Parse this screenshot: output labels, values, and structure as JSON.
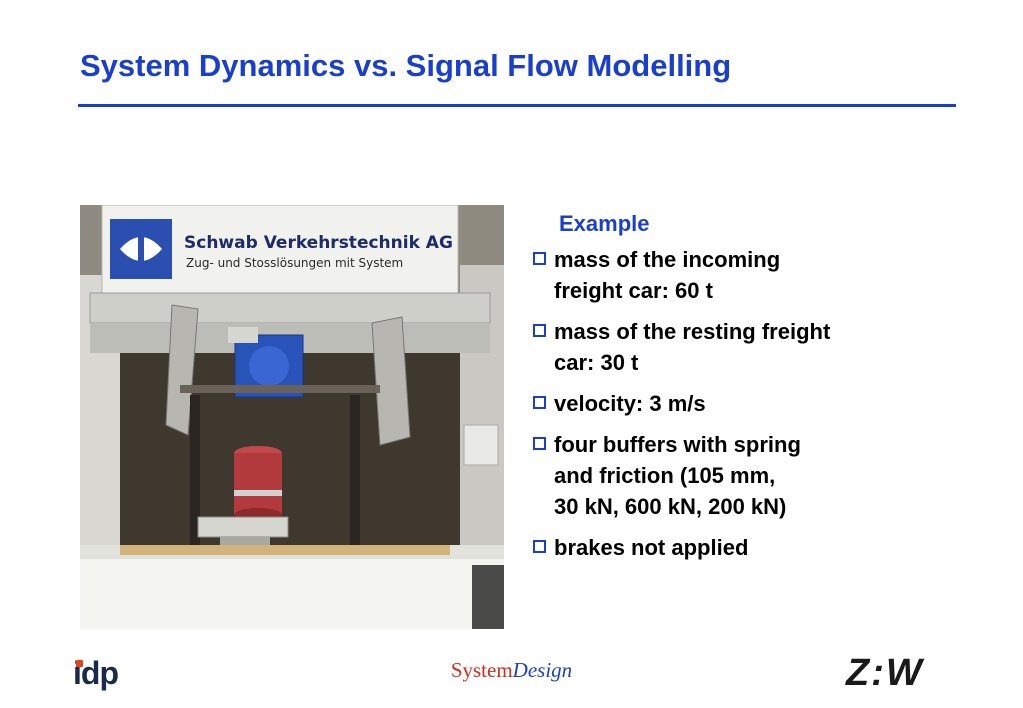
{
  "slide": {
    "title": "System Dynamics vs. Signal Flow Modelling"
  },
  "photo": {
    "description_icon": "test-rig-photo",
    "banner": {
      "line1": "Schwab Verkehrstechnik AG",
      "line2": "Zug- und Stosslösungen mit System"
    }
  },
  "content": {
    "heading": "Example",
    "bullets": [
      {
        "text": "mass of the incoming\nfreight car: 60 t"
      },
      {
        "text": "mass of the resting freight\ncar: 30 t"
      },
      {
        "text": "velocity: 3 m/s"
      },
      {
        "text": "four buffers with spring\nand friction (105 mm,\n30 kN, 600 kN, 200 kN)"
      },
      {
        "text": "brakes not applied"
      }
    ]
  },
  "footer": {
    "left_logo": "idp",
    "center_part1": "System",
    "center_part2": "Design",
    "right_logo": "Z:W"
  },
  "colors": {
    "accent": "#1a3fcf",
    "system_red": "#d42a1a"
  }
}
